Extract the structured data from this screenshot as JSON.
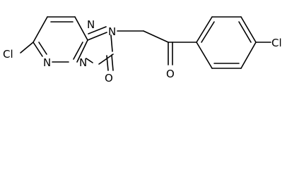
{
  "structure": {
    "atoms": {
      "cl_left": "Cl",
      "n_pyridazine": "N",
      "n_bridgehead": "N",
      "n_triazole_top": "N",
      "n_triazole_sub": "N",
      "o_carbonyl_ring": "O",
      "o_ketone": "O",
      "cl_right": "Cl"
    }
  }
}
